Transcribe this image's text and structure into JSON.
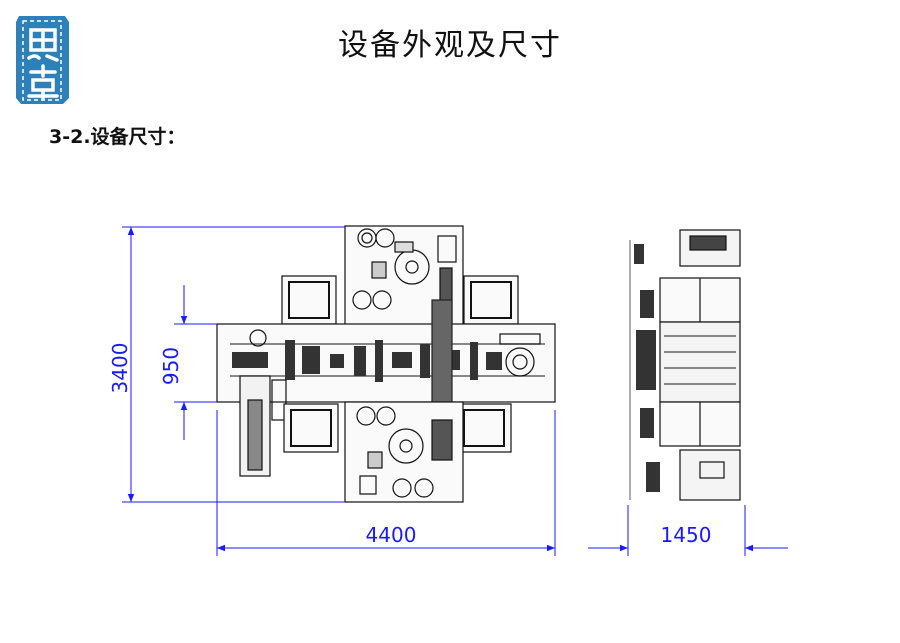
{
  "header": {
    "title": "设备外观及尺寸",
    "logo_text": "思卓"
  },
  "section": {
    "heading": "3-2.设备尺寸："
  },
  "dimensions": {
    "front_height": "3400",
    "front_inner_height": "950",
    "front_width": "4400",
    "side_width": "1450"
  },
  "colors": {
    "dimension_line": "#1a1aff",
    "logo": "#2e80b8",
    "drawing": "#111111"
  }
}
